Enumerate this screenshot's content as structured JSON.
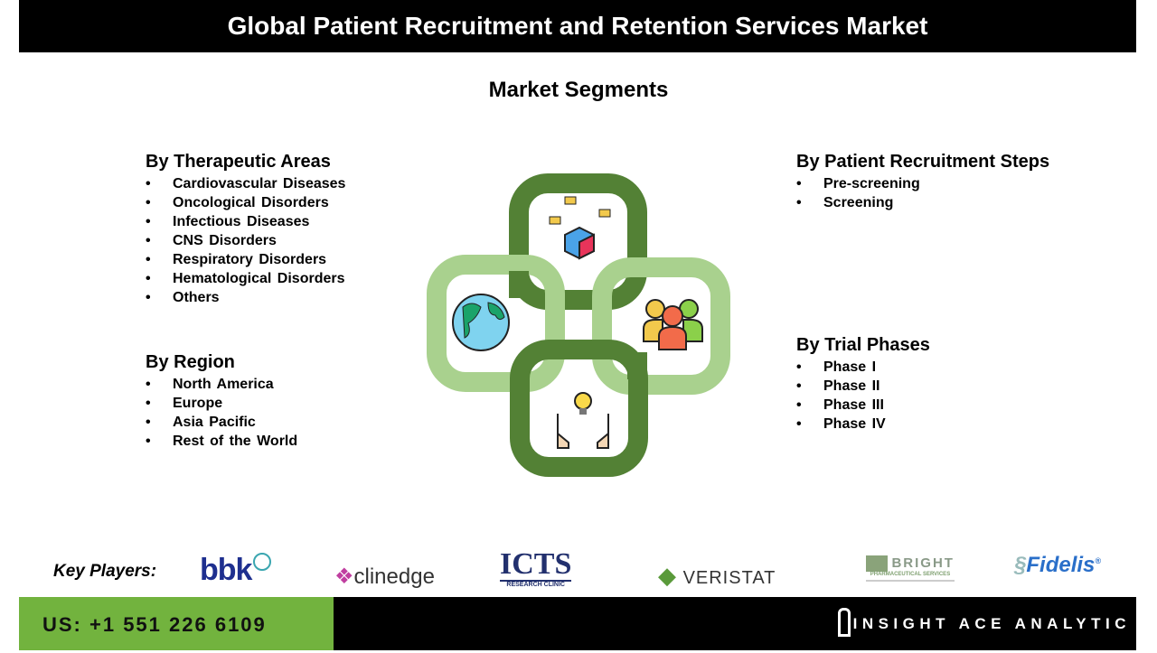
{
  "header": {
    "title": "Global Patient Recruitment and Retention Services Market"
  },
  "subtitle": "Market Segments",
  "segments": {
    "therapeutic": {
      "title": "By Therapeutic Areas",
      "items": [
        "Cardiovascular Diseases",
        "Oncological Disorders",
        "Infectious Diseases",
        "CNS Disorders",
        "Respiratory Disorders",
        "Hematological Disorders",
        "Others"
      ]
    },
    "region": {
      "title": "By Region",
      "items": [
        "North America",
        "Europe",
        "Asia Pacific",
        "Rest of the World"
      ]
    },
    "steps": {
      "title": "By Patient Recruitment Steps",
      "items": [
        "Pre-screening",
        "Screening"
      ]
    },
    "phases": {
      "title": "By Trial Phases",
      "items": [
        "Phase I",
        "Phase II",
        "Phase III",
        "Phase IV"
      ]
    }
  },
  "key_players": {
    "label": "Key Players:",
    "logos": [
      "bbk",
      "clinedge",
      "ICTS",
      "VERISTAT",
      "BRIGHT",
      "Fidelis"
    ],
    "icts_sub": "RESEARCH CLINIC",
    "bright_sub": "PHARMACEUTICAL SERVICES"
  },
  "footer": {
    "phone": "US: +1 551 226 6109",
    "brand": "INSIGHT ACE ANALYTIC"
  },
  "colors": {
    "dark_green": "#538135",
    "light_green": "#a9d18e",
    "footer_green": "#72b33e"
  }
}
